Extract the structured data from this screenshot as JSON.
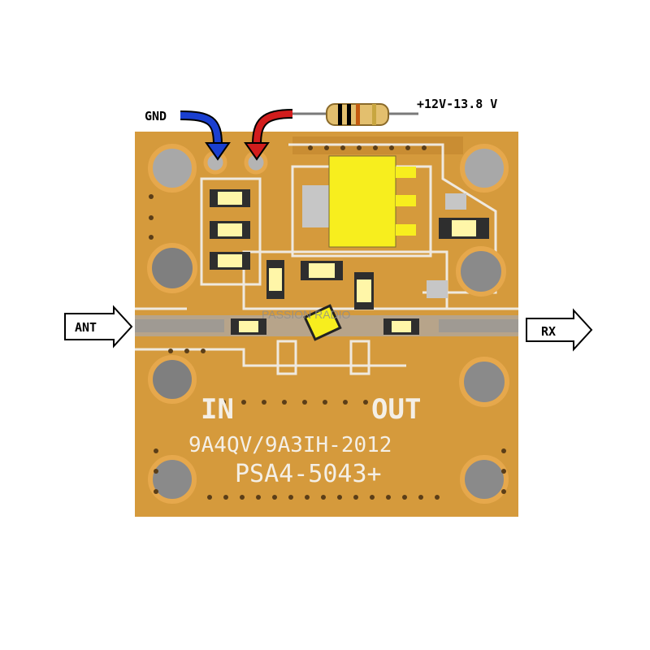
{
  "labels": {
    "gnd": "GND",
    "vcc": "+12V-13.8 V",
    "ant": "ANT",
    "rx": "RX"
  },
  "board": {
    "silk_in": "IN",
    "silk_out": "OUT",
    "silk_author": "9A4QV/9A3IH-2012",
    "silk_part": "PSA4-5043+",
    "watermark": "PASSION RADIO"
  },
  "colors": {
    "pcb": "#d59a3c",
    "copper": "#e6a84c",
    "silkscreen": "#efe9df",
    "gnd_arrow": "#1a3fd0",
    "vcc_arrow": "#d21d1d",
    "component_yellow": "#f7ee1e"
  },
  "icons": {
    "gnd_arrow": "blue-curved-arrow-icon",
    "vcc_arrow": "red-curved-arrow-icon",
    "resistor": "resistor-icon",
    "ant_arrow": "right-arrow-icon",
    "rx_arrow": "right-arrow-icon"
  }
}
